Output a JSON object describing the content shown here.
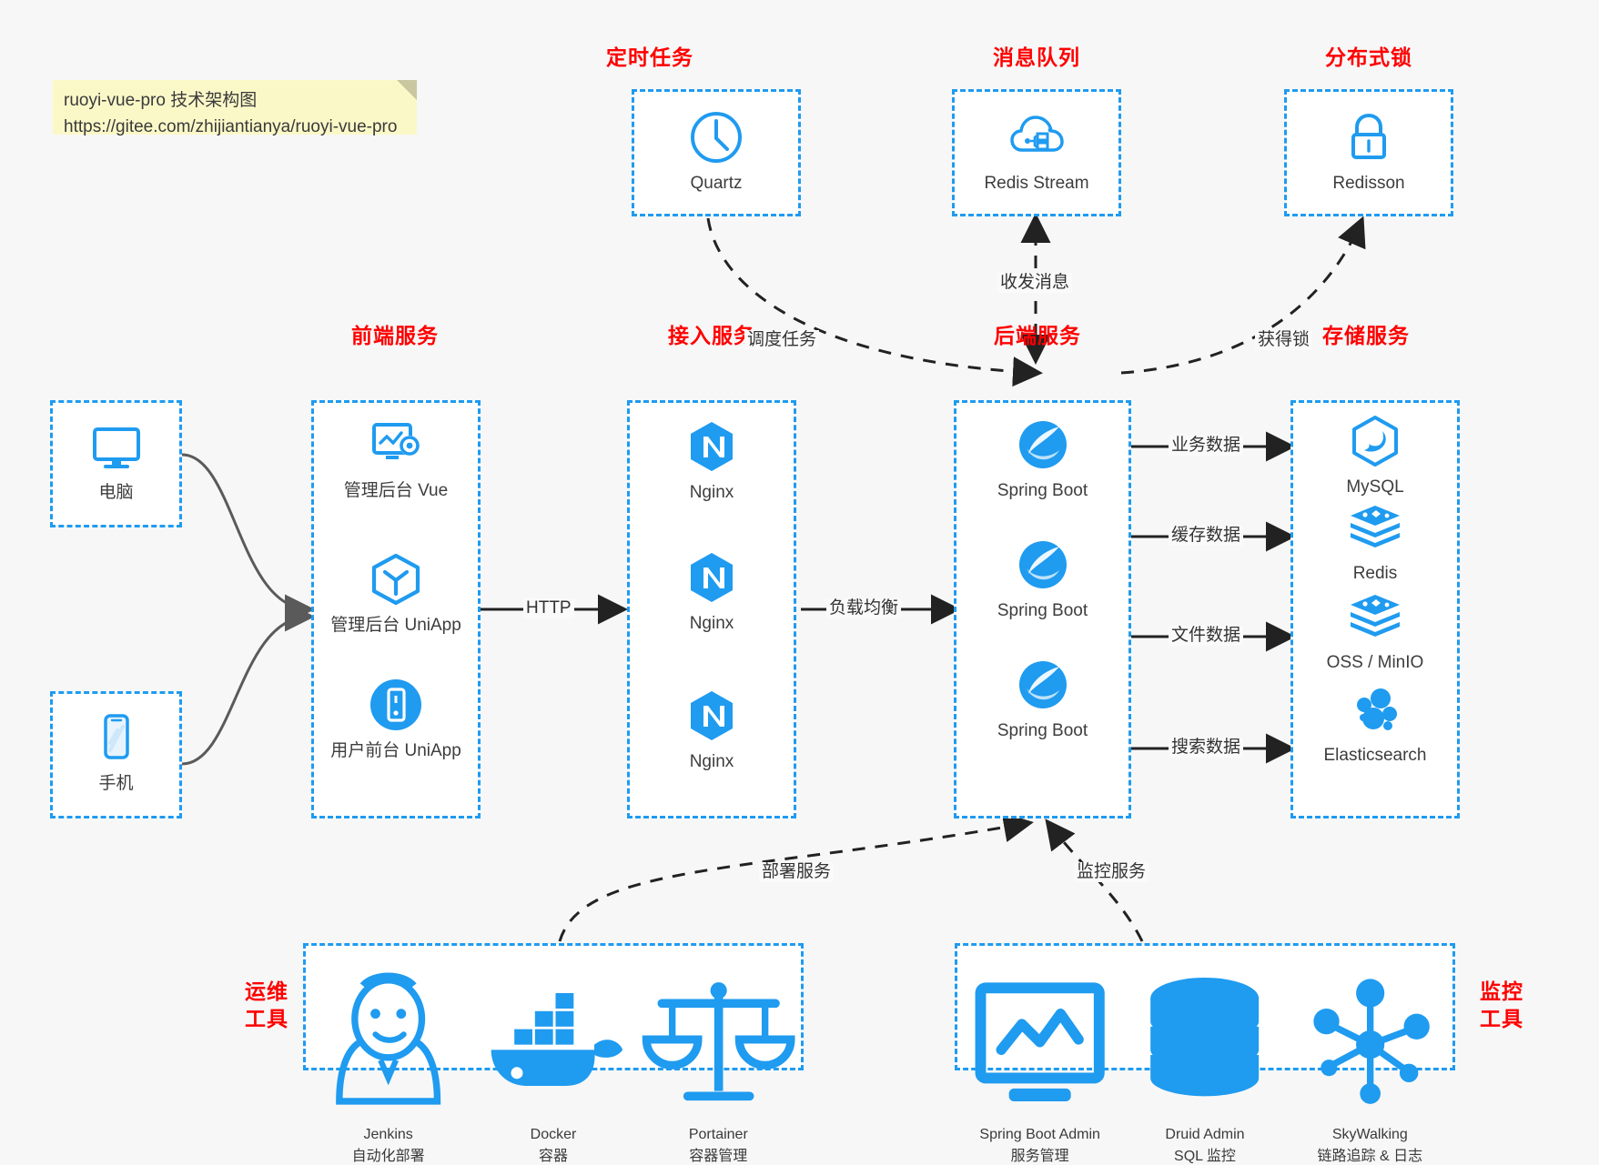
{
  "note": {
    "line1": "ruoyi-vue-pro 技术架构图",
    "line2": "https://gitee.com/zhijiantianya/ruoyi-vue-pro"
  },
  "colors": {
    "accent": "#1f9bf0",
    "title": "#ff0000",
    "text": "#3d3d3d",
    "edge": "#333333",
    "note_bg": "#fbf8c8",
    "canvas_bg": "#f7f7f7"
  },
  "groups": {
    "scheduler": {
      "title": "定时任务",
      "items": [
        {
          "label": "Quartz",
          "icon": "clock-icon"
        }
      ]
    },
    "mq": {
      "title": "消息队列",
      "items": [
        {
          "label": "Redis Stream",
          "icon": "cloud-network-icon"
        }
      ]
    },
    "lock": {
      "title": "分布式锁",
      "items": [
        {
          "label": "Redisson",
          "icon": "padlock-icon"
        }
      ]
    },
    "client_pc": {
      "title": "",
      "items": [
        {
          "label": "电脑",
          "icon": "desktop-monitor-icon"
        }
      ]
    },
    "client_mob": {
      "title": "",
      "items": [
        {
          "label": "手机",
          "icon": "smartphone-icon"
        }
      ]
    },
    "frontend": {
      "title": "前端服务",
      "items": [
        {
          "label": "管理后台 Vue",
          "icon": "dashboard-gear-icon"
        },
        {
          "label": "管理后台 UniApp",
          "icon": "cube-hexagon-icon"
        },
        {
          "label": "用户前台 UniApp",
          "icon": "mobile-circle-icon"
        }
      ]
    },
    "gateway": {
      "title": "接入服务",
      "items": [
        {
          "label": "Nginx",
          "icon": "nginx-icon"
        },
        {
          "label": "Nginx",
          "icon": "nginx-icon"
        },
        {
          "label": "Nginx",
          "icon": "nginx-icon"
        }
      ]
    },
    "backend": {
      "title": "后端服务",
      "items": [
        {
          "label": "Spring Boot",
          "icon": "spring-leaf-icon"
        },
        {
          "label": "Spring Boot",
          "icon": "spring-leaf-icon"
        },
        {
          "label": "Spring Boot",
          "icon": "spring-leaf-icon"
        }
      ]
    },
    "storage": {
      "title": "存储服务",
      "items": [
        {
          "label": "MySQL",
          "icon": "mysql-dolphin-icon"
        },
        {
          "label": "Redis",
          "icon": "redis-stack-icon"
        },
        {
          "label": "OSS / MinIO",
          "icon": "oss-stack-icon"
        },
        {
          "label": "Elasticsearch",
          "icon": "elasticsearch-icon"
        }
      ]
    },
    "devops": {
      "title": "运维\n工具",
      "title_l1": "运维",
      "title_l2": "工具",
      "items": [
        {
          "label": "Jenkins",
          "sub": "自动化部署",
          "icon": "jenkins-butler-icon"
        },
        {
          "label": "Docker",
          "sub": "容器",
          "icon": "docker-whale-icon"
        },
        {
          "label": "Portainer",
          "sub": "容器管理",
          "icon": "scales-icon"
        }
      ]
    },
    "monitor": {
      "title": "监控\n工具",
      "title_l1": "监控",
      "title_l2": "工具",
      "items": [
        {
          "label": "Spring Boot Admin",
          "sub": "服务管理",
          "icon": "monitor-chart-icon"
        },
        {
          "label": "Druid Admin",
          "sub": "SQL 监控",
          "icon": "database-cylinder-icon"
        },
        {
          "label": "SkyWalking",
          "sub": "链路追踪 & 日志",
          "icon": "skywalking-node-icon"
        }
      ]
    }
  },
  "edges": [
    {
      "id": "e-http",
      "label": "HTTP",
      "from": "frontend",
      "to": "gateway"
    },
    {
      "id": "e-lb",
      "label": "负载均衡",
      "from": "gateway",
      "to": "backend"
    },
    {
      "id": "e-sched",
      "label": "调度任务",
      "from": "scheduler",
      "to": "backend"
    },
    {
      "id": "e-mq",
      "label": "收发消息",
      "from": "backend",
      "to": "mq"
    },
    {
      "id": "e-lock",
      "label": "获得锁",
      "from": "backend",
      "to": "lock"
    },
    {
      "id": "e-biz",
      "label": "业务数据",
      "from": "backend",
      "to": "storage"
    },
    {
      "id": "e-cache",
      "label": "缓存数据",
      "from": "backend",
      "to": "storage"
    },
    {
      "id": "e-file",
      "label": "文件数据",
      "from": "backend",
      "to": "storage"
    },
    {
      "id": "e-search",
      "label": "搜索数据",
      "from": "backend",
      "to": "storage"
    },
    {
      "id": "e-deploy",
      "label": "部署服务",
      "from": "devops",
      "to": "backend"
    },
    {
      "id": "e-monitor",
      "label": "监控服务",
      "from": "monitor",
      "to": "backend"
    }
  ]
}
